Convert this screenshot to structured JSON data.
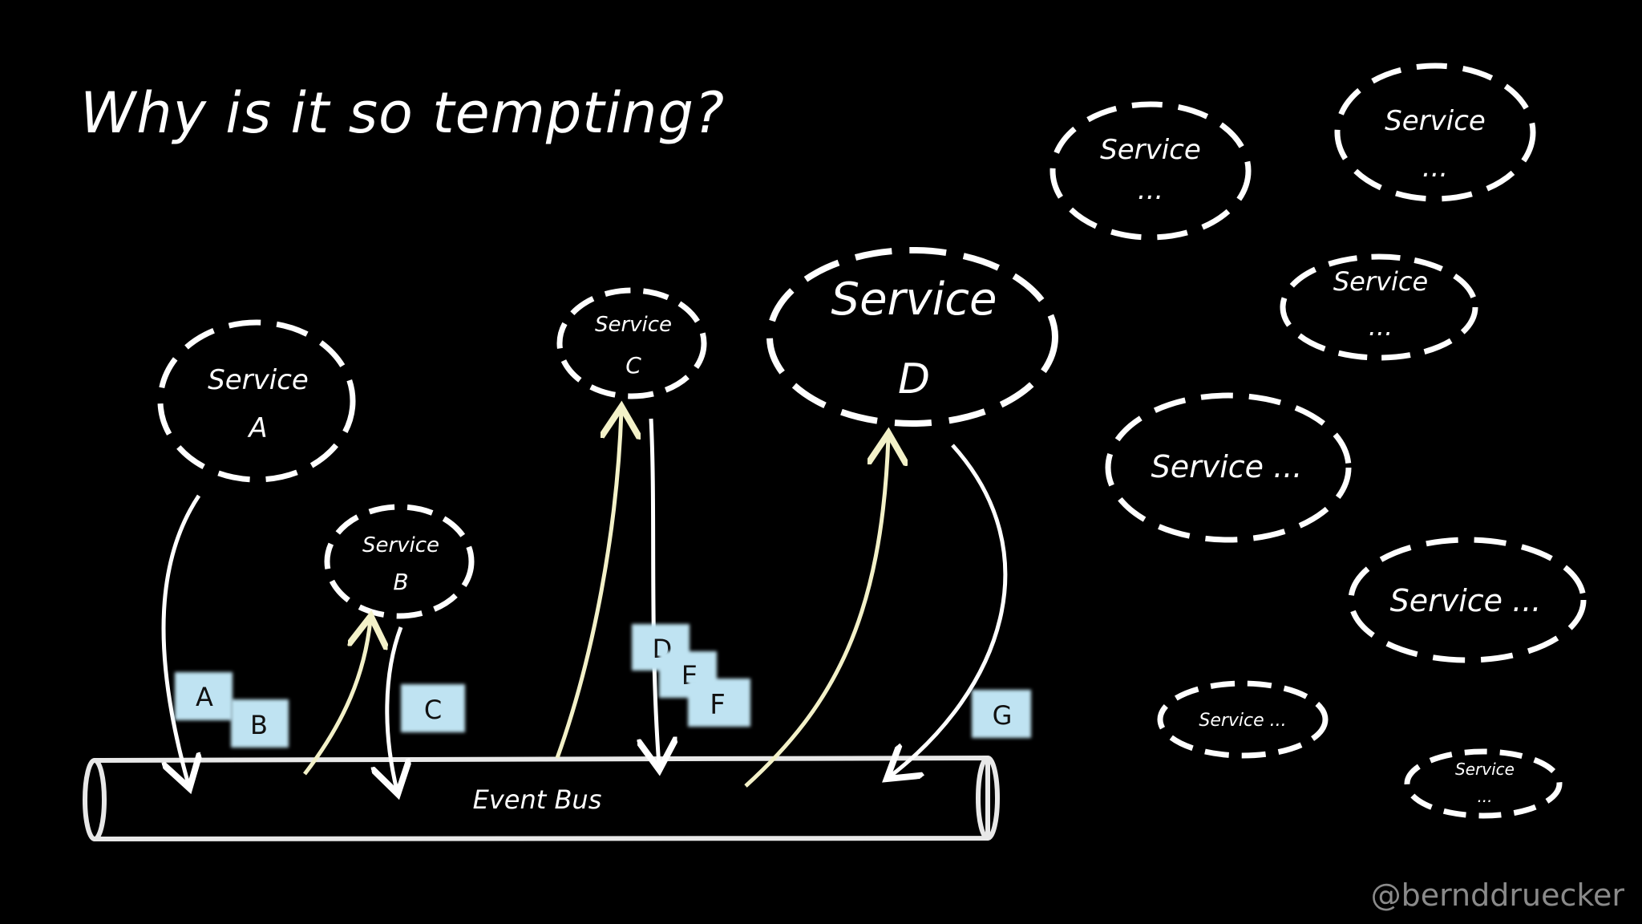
{
  "title": "Why is it so tempting?",
  "credit": "@bernddruecker",
  "event_bus": {
    "label": "Event Bus"
  },
  "colors": {
    "background": "#000000",
    "stroke": "#ffffff",
    "publish_arrow": "#f3f1c8",
    "event_box": "#bfe3f2"
  },
  "services": [
    {
      "id": "a",
      "line1": "Service",
      "line2": "A"
    },
    {
      "id": "b",
      "line1": "Service",
      "line2": "B"
    },
    {
      "id": "c",
      "line1": "Service",
      "line2": "C"
    },
    {
      "id": "d",
      "line1": "Service",
      "line2": "D"
    },
    {
      "id": "extra-1",
      "line1": "Service",
      "line2": "..."
    },
    {
      "id": "extra-2",
      "line1": "Service",
      "line2": "..."
    },
    {
      "id": "extra-3",
      "line1": "Service",
      "line2": "..."
    },
    {
      "id": "extra-4",
      "line1": "Service ...",
      "line2": ""
    },
    {
      "id": "extra-5",
      "line1": "Service ...",
      "line2": ""
    },
    {
      "id": "extra-6",
      "line1": "Service ...",
      "line2": ""
    },
    {
      "id": "extra-7",
      "line1": "Service",
      "line2": "..."
    }
  ],
  "events": [
    "A",
    "B",
    "C",
    "D",
    "E",
    "F",
    "G"
  ]
}
